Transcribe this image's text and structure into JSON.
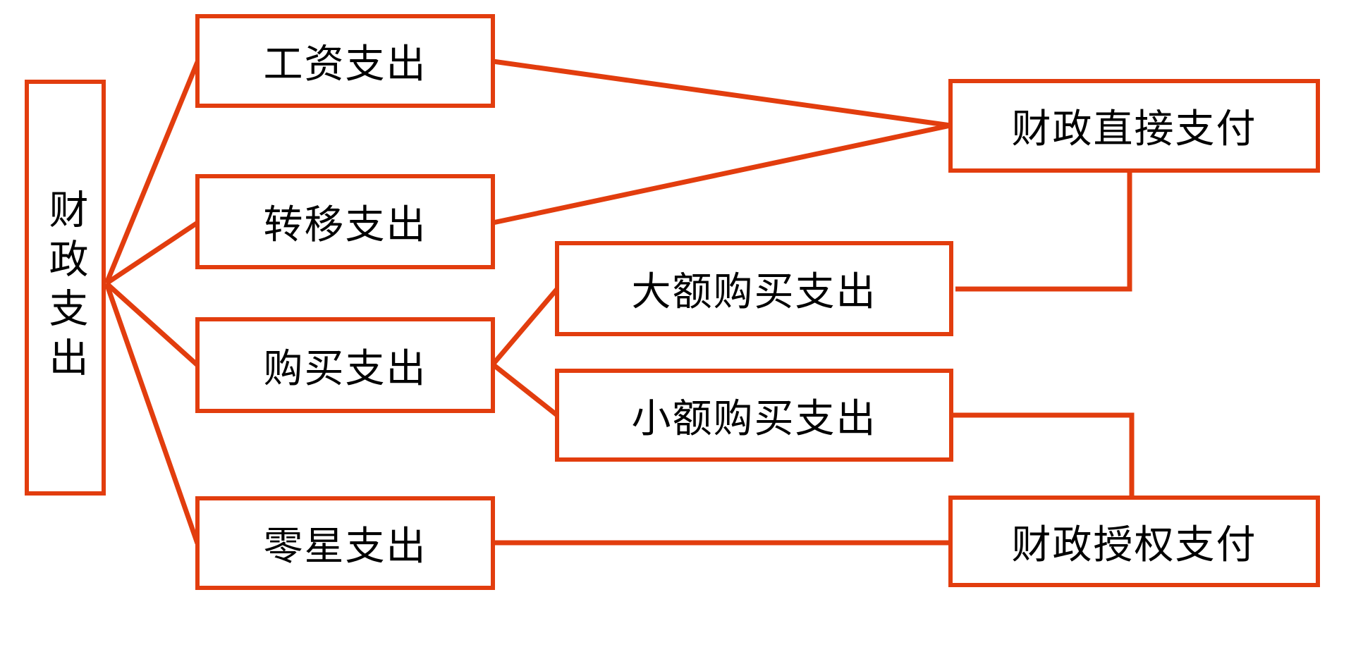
{
  "diagram": {
    "type": "flowchart",
    "colors": {
      "accent": "#e23d0e",
      "text": "#000000",
      "background": "#ffffff"
    },
    "nodes": {
      "root": {
        "label": "财政支出"
      },
      "wage": {
        "label": "工资支出"
      },
      "transfer": {
        "label": "转移支出"
      },
      "purchase": {
        "label": "购买支出"
      },
      "petty": {
        "label": "零星支出"
      },
      "large": {
        "label": "大额购买支出"
      },
      "small": {
        "label": "小额购买支出"
      },
      "direct": {
        "label": "财政直接支付"
      },
      "authorized": {
        "label": "财政授权支付"
      }
    },
    "edges": [
      {
        "from": "财政支出",
        "to": "工资支出"
      },
      {
        "from": "财政支出",
        "to": "转移支出"
      },
      {
        "from": "财政支出",
        "to": "购买支出"
      },
      {
        "from": "财政支出",
        "to": "零星支出"
      },
      {
        "from": "工资支出",
        "to": "财政直接支付"
      },
      {
        "from": "转移支出",
        "to": "财政直接支付"
      },
      {
        "from": "购买支出",
        "to": "大额购买支出"
      },
      {
        "from": "购买支出",
        "to": "小额购买支出"
      },
      {
        "from": "大额购买支出",
        "to": "财政直接支付"
      },
      {
        "from": "小额购买支出",
        "to": "财政授权支付"
      },
      {
        "from": "零星支出",
        "to": "财政授权支付"
      }
    ]
  }
}
